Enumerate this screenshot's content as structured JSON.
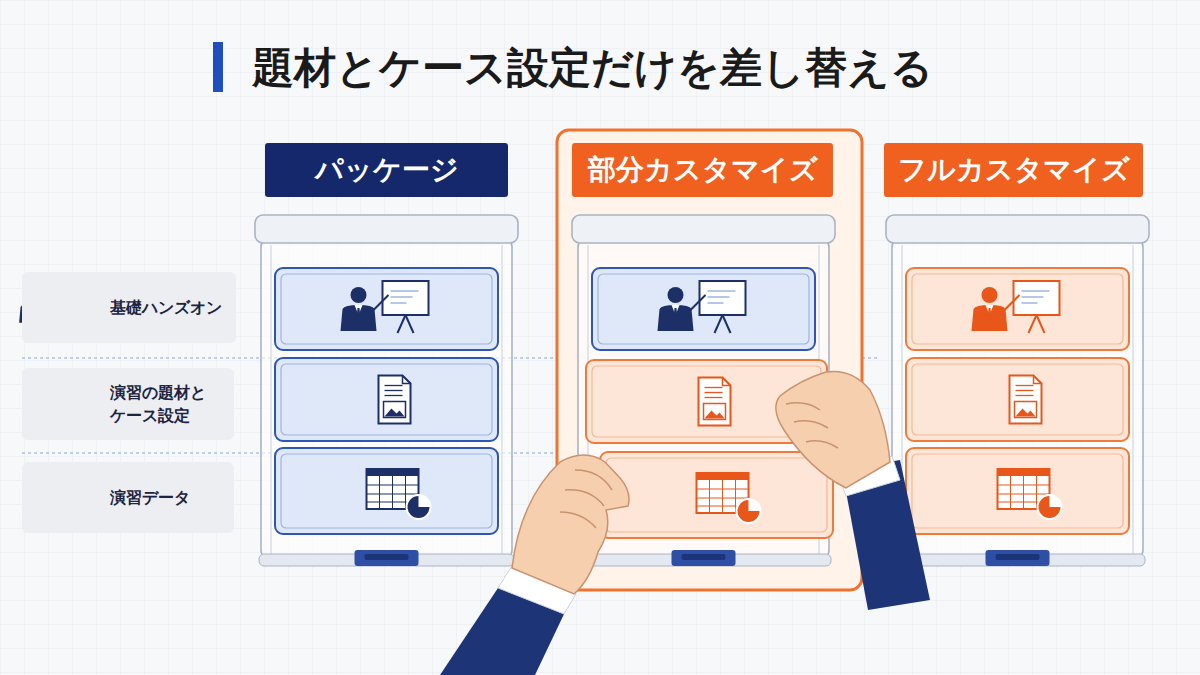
{
  "diagram": {
    "title": "題材とケース設定だけを差し替える",
    "nodes": [
      {
        "text": [
          "パッケージ"
        ]
      },
      {
        "text": [
          "部分カスタマイズ"
        ]
      },
      {
        "text": [
          "フルカスタマイズ"
        ]
      },
      {
        "text": [
          "基礎ハンズオン"
        ]
      },
      {
        "text": [
          "演習の題材と ケース設定"
        ]
      },
      {
        "text": [
          "演習データ"
        ]
      }
    ]
  }
}
